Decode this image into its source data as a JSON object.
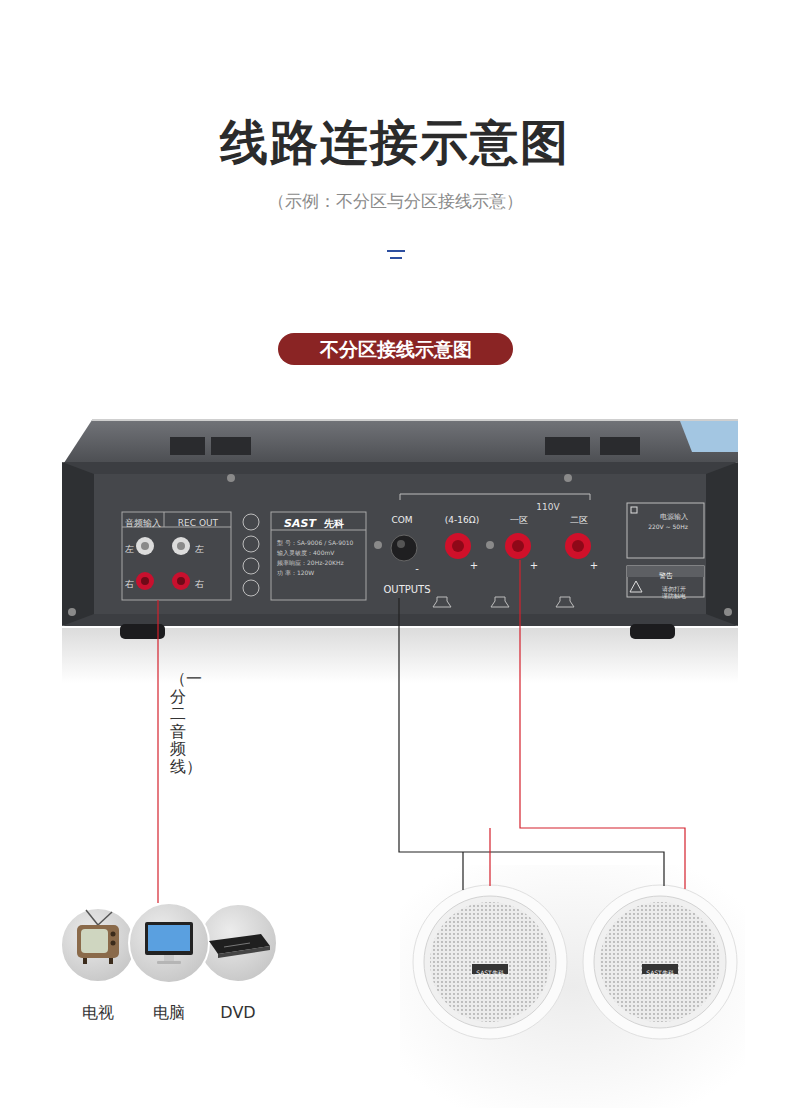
{
  "diagram": {
    "title": "线路连接示意图",
    "caption": "（示例：不分区与分区接线示意）",
    "nodes": [
      {
        "text": [
          "不分区接线示意图"
        ]
      },
      {
        "text": [
          "音频输入",
          "REC OUT"
        ]
      },
      {
        "text": [
          "电视"
        ]
      },
      {
        "text": [
          "电脑"
        ]
      },
      {
        "text": [
          "DVD"
        ]
      }
    ],
    "edges": [
      {
        "from": 1,
        "to": 3,
        "arrow": "none"
      }
    ],
    "labels": [
      "左",
      "左",
      "右",
      "右",
      "SAST",
      "先科",
      "型 号：SA-9006 / SA-9010",
      "输入灵敏度：400mV",
      "频率响应：20Hz-20KHz",
      "功 率：120W",
      "110V",
      "COM",
      "(4-16Ω)",
      "一区",
      "二区",
      "-",
      "+",
      "+",
      "+",
      "OUTPUTS",
      "电源输入",
      "220V ~ 50Hz",
      "警告",
      "请勿打开",
      "谨防触电",
      "（一分二音频线）",
      "SAST先科",
      "SAST先科"
    ]
  }
}
